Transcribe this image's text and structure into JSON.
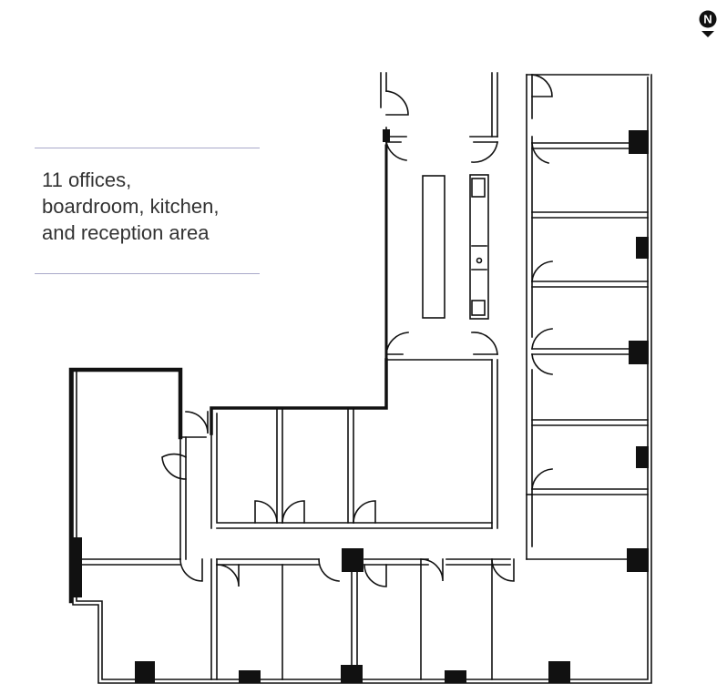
{
  "caption": {
    "lines": [
      "11 offices,",
      "boardroom, kitchen,",
      "and reception area"
    ]
  },
  "compass": {
    "label": "N"
  },
  "colors": {
    "wall": "#111111",
    "rule": "#a9a9c9",
    "text": "#333333"
  }
}
